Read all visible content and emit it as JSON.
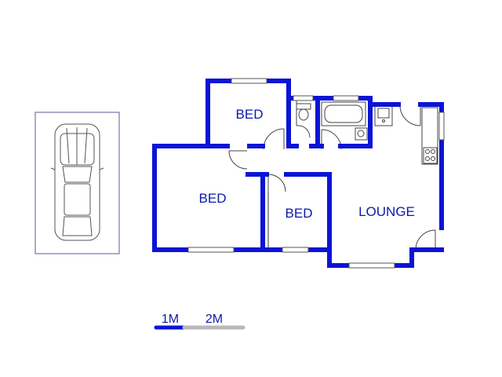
{
  "rooms": {
    "bed_top": "BED",
    "bed_left": "BED",
    "bed_small": "BED",
    "lounge": "LOUNGE"
  },
  "scale": {
    "label_1": "1M",
    "label_2": "2M"
  },
  "colors": {
    "wall": "#0a14d6",
    "line": "#333333",
    "scale_bar_light": "#b8b8b8"
  },
  "icons": [
    "car-icon",
    "toilet-icon",
    "bathtub-icon",
    "basin-icon",
    "kitchen-sink-icon",
    "stove-icon"
  ]
}
